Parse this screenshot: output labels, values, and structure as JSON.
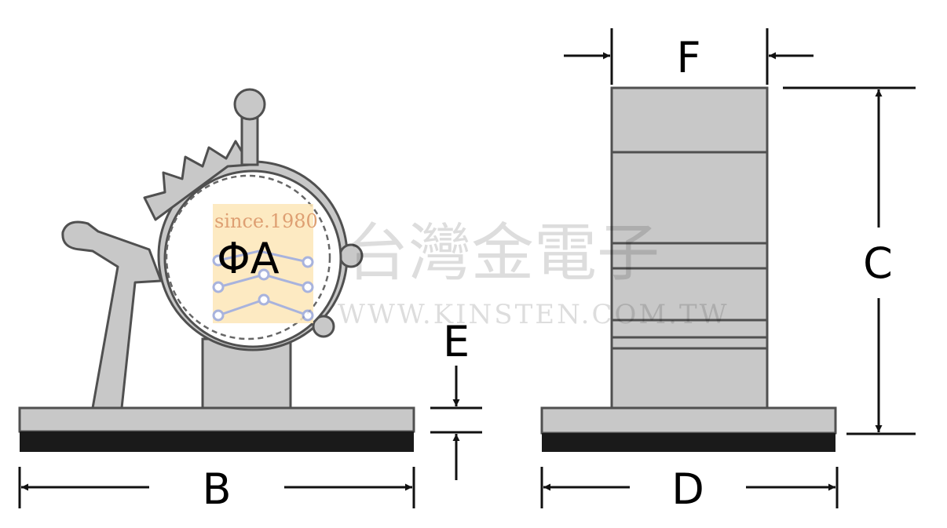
{
  "labels": {
    "phi_a": "ΦA",
    "b": "B",
    "c": "C",
    "d": "D",
    "e": "E",
    "f": "F"
  },
  "watermark": {
    "company_cn": "台灣金電子",
    "url": "WWW.KINSTEN.COM.TW",
    "logo_text": "since.1980"
  },
  "colors": {
    "part_fill": "#c8c8c8",
    "adhesive": "#1a1a1a",
    "outline": "#505050",
    "dim_line": "#111111",
    "logo_bg": "#fde7b8",
    "logo_circuit": "#9aa6d8"
  }
}
